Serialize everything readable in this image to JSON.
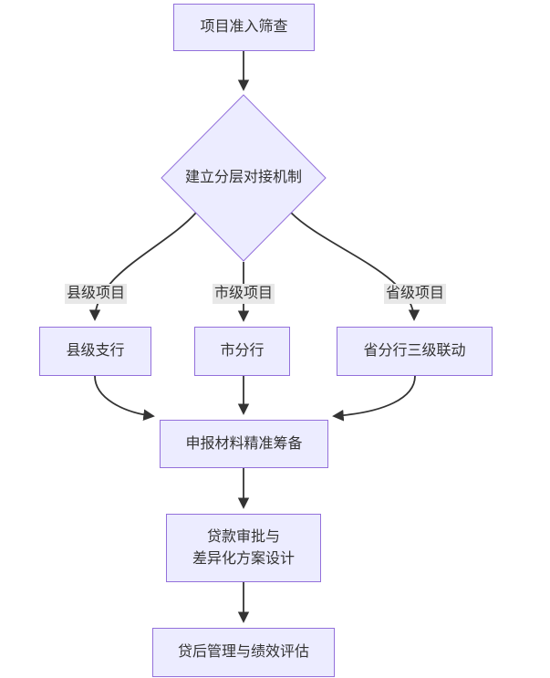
{
  "diagram": {
    "type": "flowchart",
    "direction": "top-down",
    "nodes": {
      "screening": {
        "label": "项目准入筛查",
        "shape": "rect"
      },
      "mechanism": {
        "label": "建立分层对接机制",
        "shape": "diamond"
      },
      "county_branch": {
        "label": "县级支行",
        "shape": "rect"
      },
      "city_branch": {
        "label": "市分行",
        "shape": "rect"
      },
      "province_branch": {
        "label": "省分行三级联动",
        "shape": "rect"
      },
      "preparation": {
        "label": "申报材料精准筹备",
        "shape": "rect"
      },
      "approval": {
        "label": "贷款审批与\n差异化方案设计",
        "shape": "rect"
      },
      "post_loan": {
        "label": "贷后管理与绩效评估",
        "shape": "rect"
      }
    },
    "edge_labels": {
      "county": "县级项目",
      "city": "市级项目",
      "province": "省级项目"
    },
    "edges": [
      {
        "from": "screening",
        "to": "mechanism",
        "label": ""
      },
      {
        "from": "mechanism",
        "to": "county_branch",
        "label": "县级项目"
      },
      {
        "from": "mechanism",
        "to": "city_branch",
        "label": "市级项目"
      },
      {
        "from": "mechanism",
        "to": "province_branch",
        "label": "省级项目"
      },
      {
        "from": "county_branch",
        "to": "preparation",
        "label": ""
      },
      {
        "from": "city_branch",
        "to": "preparation",
        "label": ""
      },
      {
        "from": "province_branch",
        "to": "preparation",
        "label": ""
      },
      {
        "from": "preparation",
        "to": "approval",
        "label": ""
      },
      {
        "from": "approval",
        "to": "post_loan",
        "label": ""
      }
    ],
    "colors": {
      "node_fill": "#ECECFF",
      "node_border": "#9370DB",
      "edge_color": "#333333",
      "edge_label_bg": "#e8e8e8",
      "text_color": "#333333",
      "background": "#ffffff"
    }
  }
}
